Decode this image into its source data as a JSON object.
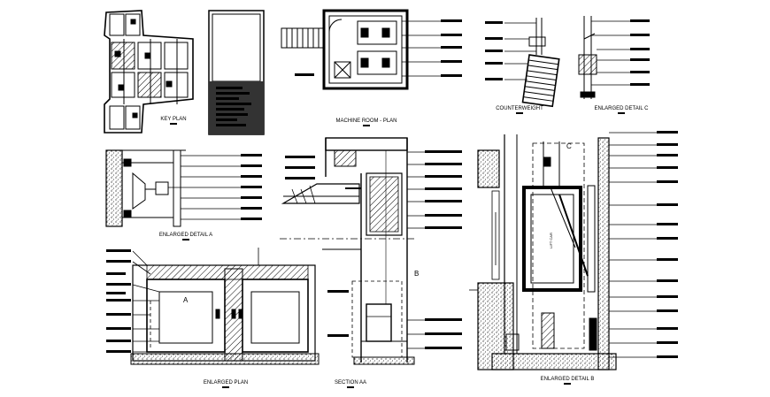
{
  "sheet": {
    "titles": {
      "key_plan": "KEY PLAN",
      "machine_room_plan": "MACHINE ROOM - PLAN",
      "counterweight": "COUNTERWEIGHT",
      "detail_c": "ENLARGED DETAIL C",
      "detail_a": "ENLARGED DETAIL A",
      "enlarged_plan": "ENLARGED PLAN",
      "section_aa": "SECTION AA",
      "detail_b": "ENLARGED DETAIL B"
    },
    "markers": {
      "a": "A",
      "b": "B",
      "c": "C"
    },
    "car_label": "LIFT CAR"
  }
}
